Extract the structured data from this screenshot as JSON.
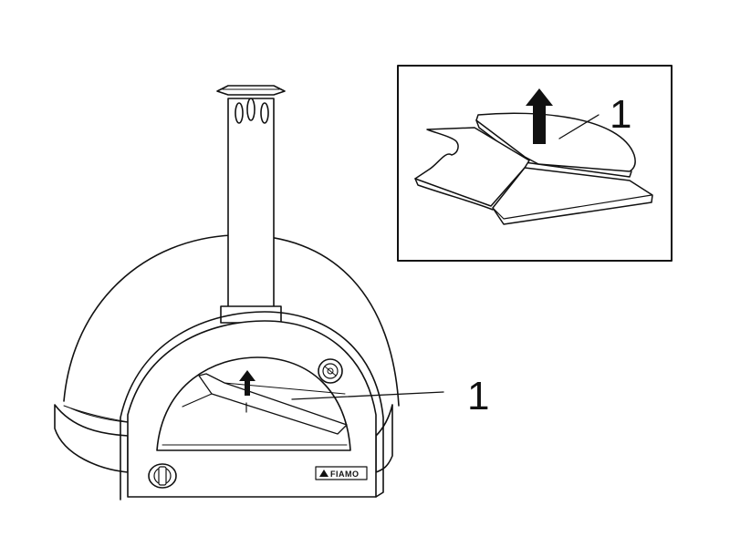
{
  "diagram": {
    "main_callout": "1",
    "inset_callout": "1",
    "brand_plate": "FIAMO"
  }
}
